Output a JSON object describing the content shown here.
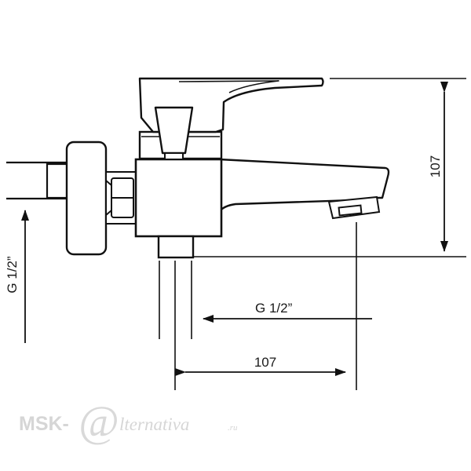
{
  "drawing": {
    "height_dimension": "107",
    "spout_dimension": "107",
    "inlet_thread_label": "G 1/2”",
    "outlet_thread_label": "G 1/2”"
  },
  "watermark": {
    "prefix": "MSK-",
    "at_sign": "@",
    "suffix": "lternativa",
    "domain": ".ru"
  }
}
